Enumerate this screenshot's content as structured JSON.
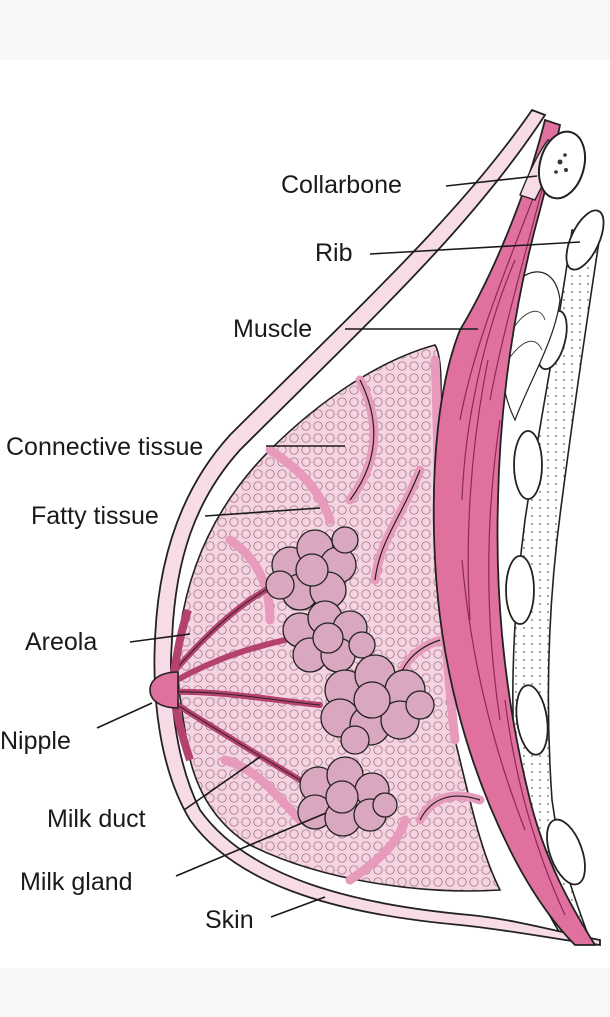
{
  "labels": {
    "collarbone": "Collarbone",
    "rib": "Rib",
    "muscle": "Muscle",
    "connective_tissue": "Connective tissue",
    "fatty_tissue": "Fatty tissue",
    "areola": "Areola",
    "nipple": "Nipple",
    "milk_duct": "Milk duct",
    "milk_gland": "Milk gland",
    "skin": "Skin"
  },
  "colors": {
    "muscle": "#e0709e",
    "muscle_dark": "#b4416e",
    "tissue_fill": "#f3c6d8",
    "connective": "#e79abb",
    "gland": "#d9a7bf",
    "bone": "#ffffff",
    "outline": "#222222",
    "background": "#ffffff",
    "band": "#f7f7f7"
  }
}
